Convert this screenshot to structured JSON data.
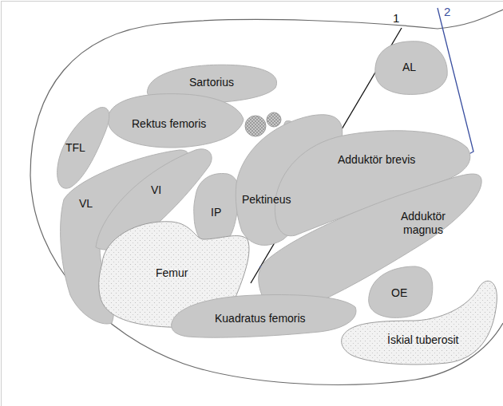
{
  "diagram": {
    "nodes": [
      {
        "text": [
          "Sartorius"
        ]
      },
      {
        "text": [
          "Rektus femoris"
        ]
      },
      {
        "text": [
          "AL"
        ]
      },
      {
        "text": [
          "TFL"
        ]
      },
      {
        "text": [
          "VL"
        ]
      },
      {
        "text": [
          "VI"
        ]
      },
      {
        "text": [
          "IP"
        ]
      },
      {
        "text": [
          "Pektineus"
        ]
      },
      {
        "text": [
          "Adduktör brevis"
        ]
      },
      {
        "text": [
          "Adduktör magnus"
        ]
      },
      {
        "text": [
          "Femur"
        ]
      },
      {
        "text": [
          "OE"
        ]
      },
      {
        "text": [
          "Kuadratus femoris"
        ]
      },
      {
        "text": [
          "İskial tuberosit"
        ]
      }
    ],
    "labels": [
      "1",
      "2"
    ]
  }
}
